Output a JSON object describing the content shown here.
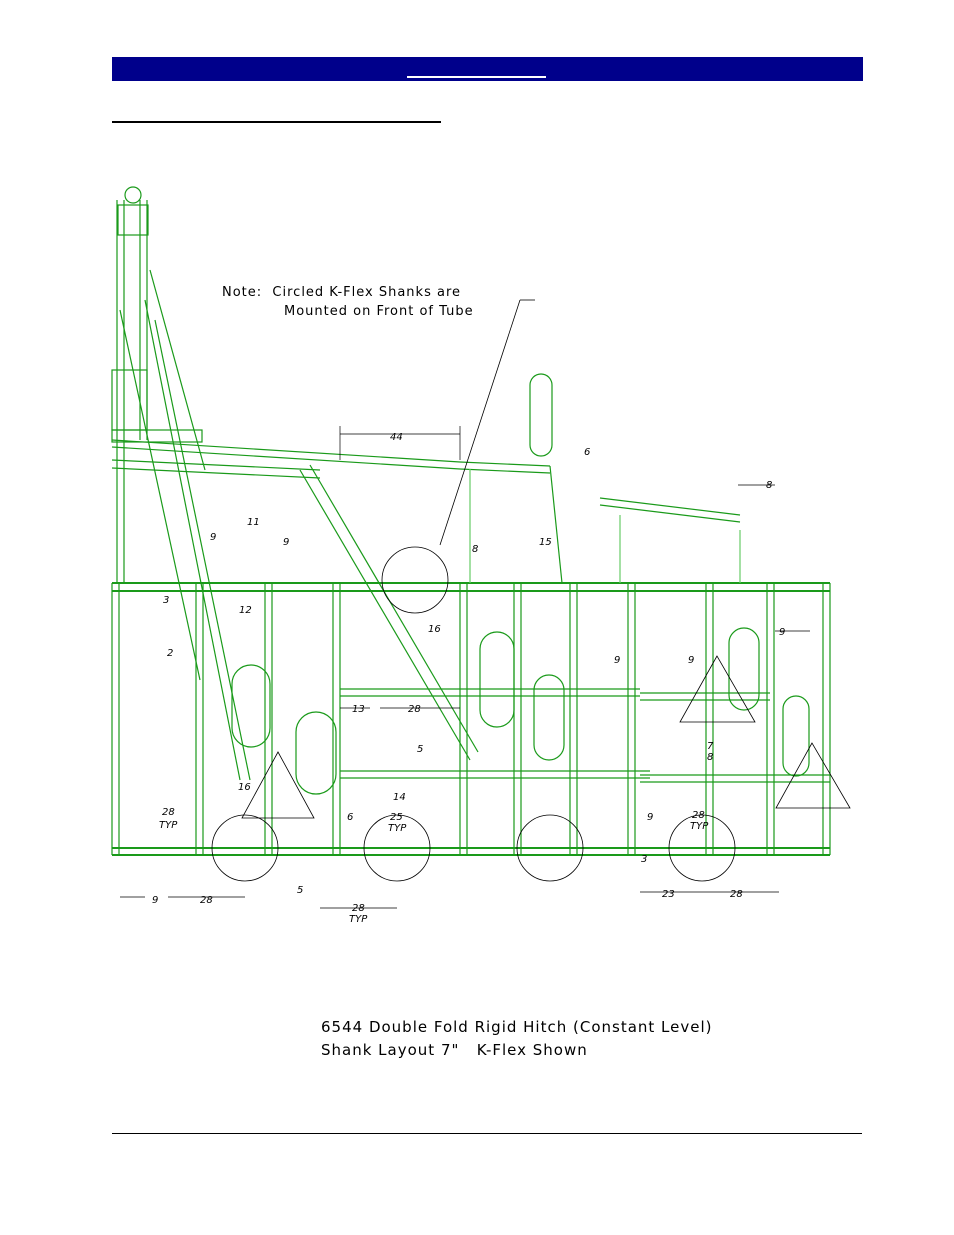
{
  "note": {
    "line1": "Note:  Circled K-Flex Shanks are",
    "line2": "Mounted on Front of Tube"
  },
  "caption": {
    "line1": "6544 Double Fold Rigid Hitch (Constant Level)",
    "line2": "Shank Layout 7\"   K-Flex Shown"
  },
  "dimensions": {
    "d44": "44",
    "d6_7_16": "6",
    "d8a": "8",
    "d11": "11",
    "d9a": "9",
    "d9b": "9",
    "d8b": "8",
    "d15": "15",
    "d3": "3",
    "d12": "12",
    "d16a": "16",
    "d9c": "9",
    "d9d": "9",
    "d9e": "9",
    "d2": "2",
    "d13": "13",
    "d28a": "28",
    "d5": "5",
    "d7": "7",
    "d8c": "8",
    "d14": "14",
    "d16b": "16",
    "d28b": "28",
    "typ1": "TYP",
    "d6": "6",
    "d25": "25",
    "typ2": "TYP",
    "d9f": "9",
    "d28c": "28",
    "typ3": "TYP",
    "d3b": "3",
    "d9g": "9",
    "d28d": "28",
    "d5b": "5",
    "d28e": "28",
    "typ4": "TYP",
    "d23": "23",
    "d28f": "28"
  },
  "colors": {
    "header": "#00008b",
    "frame": "#1a9a1a",
    "frame_light": "#66cc66"
  }
}
